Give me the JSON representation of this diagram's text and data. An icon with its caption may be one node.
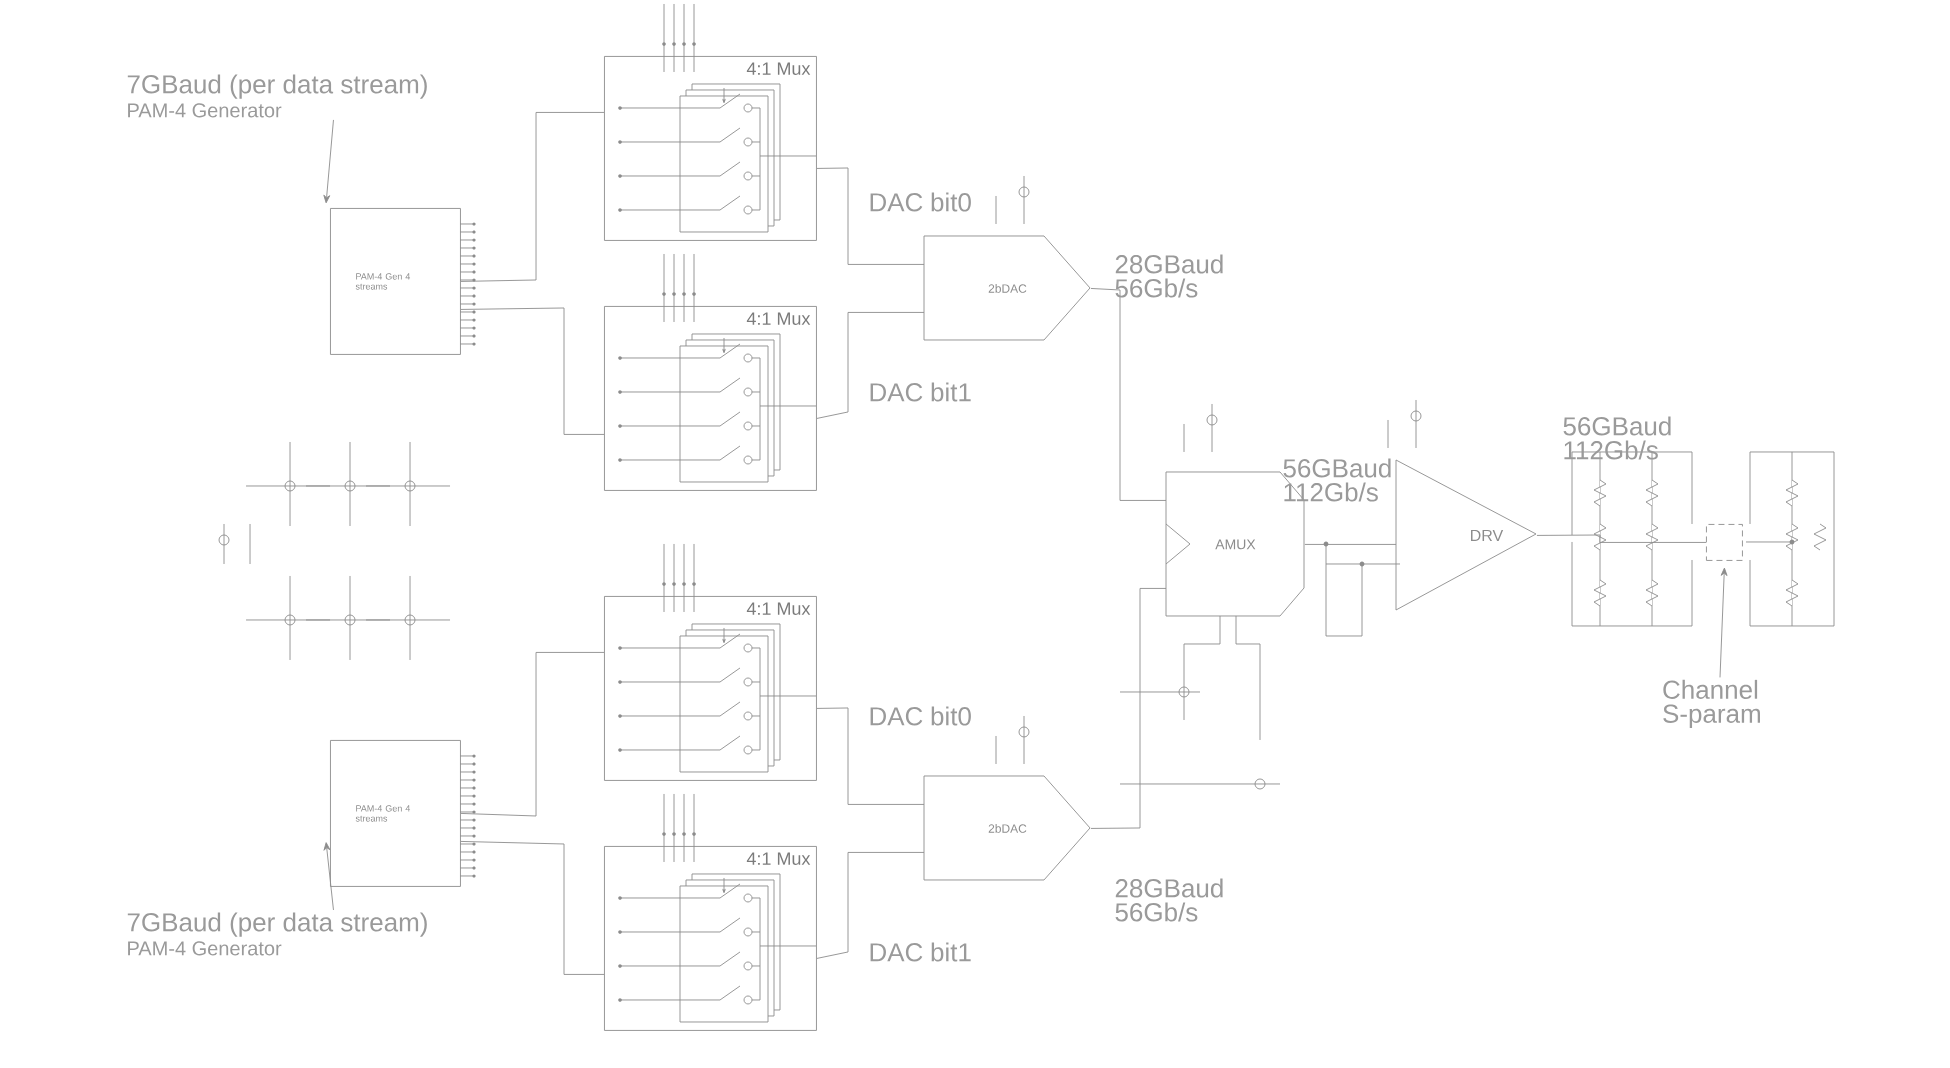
{
  "diagram": {
    "nodes": [
      {
        "text": [
          "7GBaud (per data stream)",
          "PAM-4 Generator"
        ]
      },
      {
        "text": [
          "PAM-4 Gen 4 streams"
        ]
      },
      {
        "text": [
          "4:1 Mux"
        ]
      },
      {
        "text": [
          "4:1 Mux"
        ]
      },
      {
        "text": [
          "2bDAC"
        ]
      },
      {
        "text": [
          "AMUX"
        ]
      },
      {
        "text": [
          "DRV"
        ]
      },
      {
        "text": [],
        "shape": "box"
      },
      {
        "text": [
          "Channel S-param"
        ]
      },
      {
        "text": [
          "PAM-4 Gen 4 streams"
        ]
      },
      {
        "text": [
          "4:1 Mux"
        ]
      },
      {
        "text": [
          "4:1 Mux"
        ]
      },
      {
        "text": [
          "2bDAC"
        ]
      },
      {
        "text": [
          "7GBaud (per data stream)",
          "PAM-4 Generator"
        ]
      }
    ],
    "edges": [
      {
        "from": 0,
        "to": 1,
        "arrow": "to"
      },
      {
        "from": 1,
        "to": 2,
        "arrow": "none"
      },
      {
        "from": 1,
        "to": 3,
        "arrow": "none"
      },
      {
        "from": 2,
        "to": 4,
        "arrow": "none"
      },
      {
        "from": 3,
        "to": 4,
        "arrow": "none"
      },
      {
        "from": 9,
        "to": 10,
        "arrow": "none"
      },
      {
        "from": 9,
        "to": 11,
        "arrow": "none"
      },
      {
        "from": 10,
        "to": 12,
        "arrow": "none"
      },
      {
        "from": 11,
        "to": 12,
        "arrow": "none"
      },
      {
        "from": 4,
        "to": 5,
        "arrow": "none"
      },
      {
        "from": 12,
        "to": 5,
        "arrow": "none"
      },
      {
        "from": 5,
        "to": 6,
        "arrow": "none"
      },
      {
        "from": 6,
        "to": 7,
        "arrow": "none"
      },
      {
        "from": 8,
        "to": 7,
        "arrow": "to"
      },
      {
        "from": 13,
        "to": 9,
        "arrow": "to"
      }
    ],
    "labels": [
      "DAC bit0",
      "28GBaud 56Gb/s",
      "DAC bit1",
      "56GBaud 112Gb/s",
      "56GBaud 112Gb/s",
      "DAC bit0",
      "28GBaud 56Gb/s",
      "DAC bit1"
    ]
  }
}
